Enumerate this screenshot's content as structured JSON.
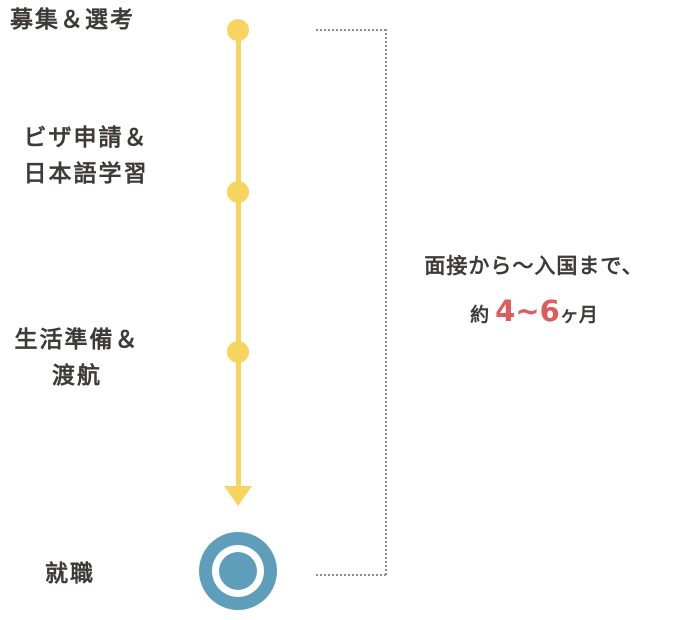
{
  "timeline": {
    "steps": [
      {
        "lines": [
          "募集＆選考"
        ]
      },
      {
        "lines": [
          "ビザ申請＆",
          "日本語学習"
        ]
      },
      {
        "lines": [
          "生活準備＆",
          "渡航"
        ]
      },
      {
        "lines": [
          "就職"
        ]
      }
    ]
  },
  "annotation": {
    "duration_label": "面接から〜入国まで、",
    "approx_prefix": "約",
    "duration_value": "4~6",
    "duration_unit": "ヶ月"
  },
  "icons": {
    "arrow": "arrow-down-icon",
    "goal": "goal-circle-icon"
  },
  "colors": {
    "timeline_yellow": "#F7D35F",
    "goal_blue": "#5E9EBB",
    "text_dark": "#3E3A39",
    "highlight_red": "#E05C5C",
    "bracket_gray": "#8F8F8F"
  }
}
